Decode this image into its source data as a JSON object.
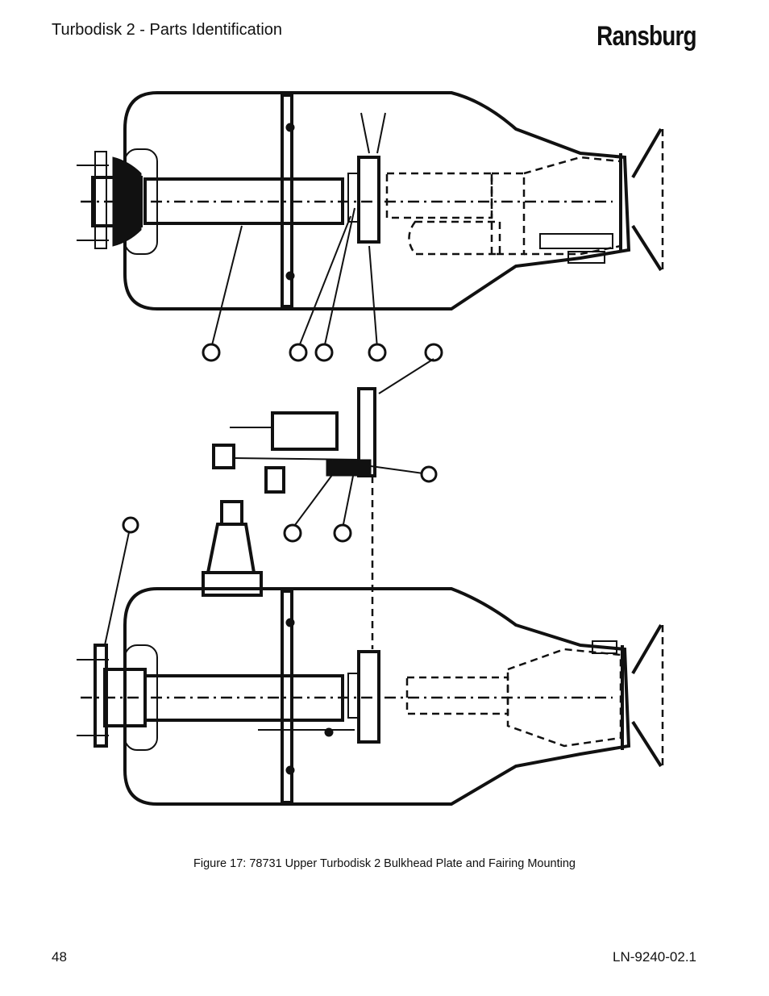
{
  "header": {
    "title": "Turbodisk 2 - Parts Identification",
    "brand": "Ransburg"
  },
  "figure": {
    "caption": "Figure 17:  78731 Upper Turbodisk 2 Bulkhead Plate and Fairing Mounting"
  },
  "footer": {
    "page_number": "48",
    "document_id": "LN-9240-02.1"
  }
}
